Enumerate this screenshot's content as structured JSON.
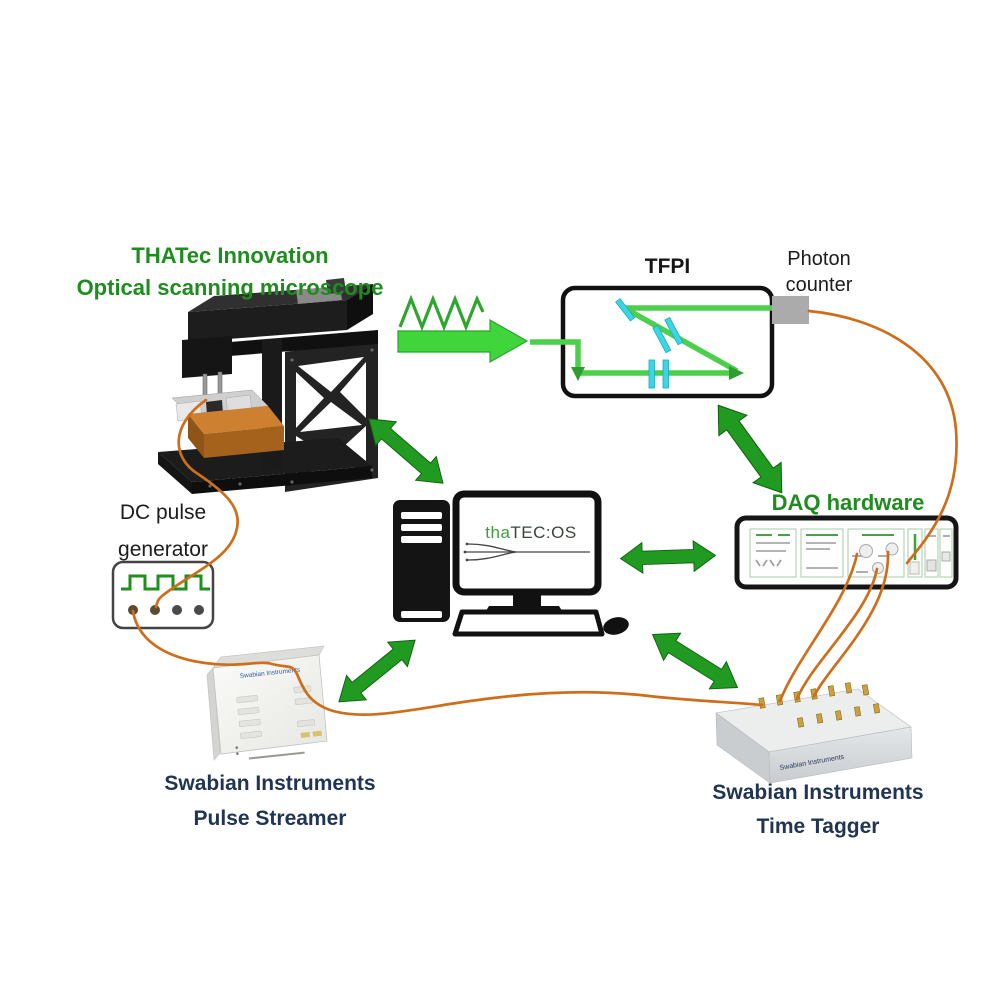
{
  "labels": {
    "microscope_title_line1": "THATec Innovation",
    "microscope_title_line2": "Optical scanning microscope",
    "tfpi": "TFPI",
    "photon_counter_line1": "Photon",
    "photon_counter_line2": "counter",
    "dc_pulse_line1": "DC pulse",
    "dc_pulse_line2": "generator",
    "daq": "DAQ hardware",
    "screen_prefix": "tha",
    "screen_suffix": "TEC:OS",
    "pulse_streamer_line1": "Swabian Instruments",
    "pulse_streamer_line2": "Pulse Streamer",
    "time_tagger_line1": "Swabian Instruments",
    "time_tagger_line2": "Time Tagger",
    "device_logo": "Swabian Instruments"
  },
  "colors": {
    "title_green": "#1e8c1e",
    "arrow_green": "#219a21",
    "laser_green": "#4ccf4c",
    "bright_arrow": "#41d53c",
    "optics_cyan": "#3fd4e4",
    "cable_orange": "#cf6e1a",
    "swabian_navy": "#203454",
    "text_black": "#1c1c1c",
    "screen_green": "#3f9b3f",
    "screen_dark": "#3a463c",
    "counter_gray": "#ababab"
  }
}
